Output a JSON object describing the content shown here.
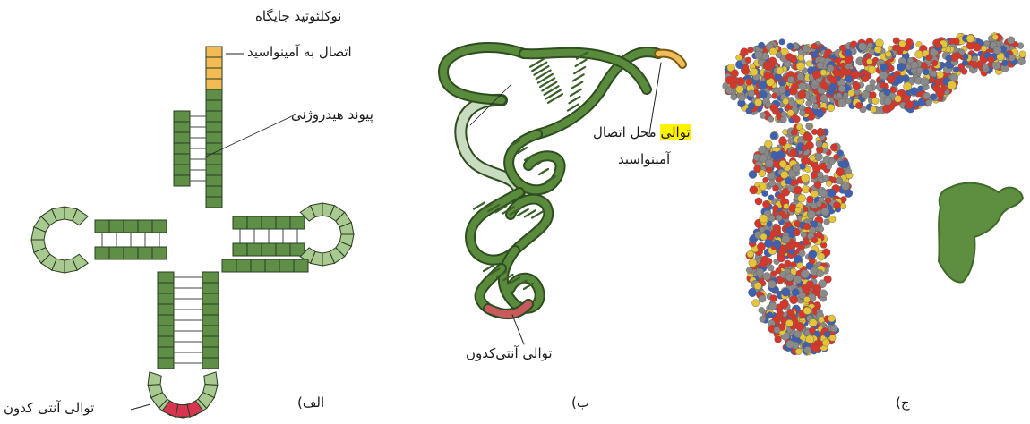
{
  "panels": {
    "a": {
      "marker": "الف)",
      "label_attach_line1": "نوکلئوتید جایگاه",
      "label_attach_line2": "اتصال به آمینواسید",
      "label_hbond": "پیوند هیدروژنی",
      "label_anticodon": "توالی آنتی کدون",
      "colors": {
        "stem": "#5f8f46",
        "loop": "#a8c98f",
        "attach": "#f2bb53",
        "anticodon": "#d8344f"
      }
    },
    "b": {
      "marker": "ب)",
      "label_site_highlight": "توالی",
      "label_site_rest": "محل اتصال",
      "label_site_line2": "آمینواسید",
      "label_anticodon": "توالی آنتی‌کدون",
      "colors": {
        "ribbon": "#5a8a3c",
        "light_ribbon": "#c9dcc0",
        "tail": "#f0bd58",
        "anticodon": "#c85a5e"
      }
    },
    "c": {
      "marker": "ج)",
      "colors": {
        "carbon": "#8a8a8a",
        "oxygen": "#d7372b",
        "nitrogen": "#3f5fb0",
        "phosphorus": "#e4c53a",
        "surface": "#5e8e40"
      }
    }
  }
}
